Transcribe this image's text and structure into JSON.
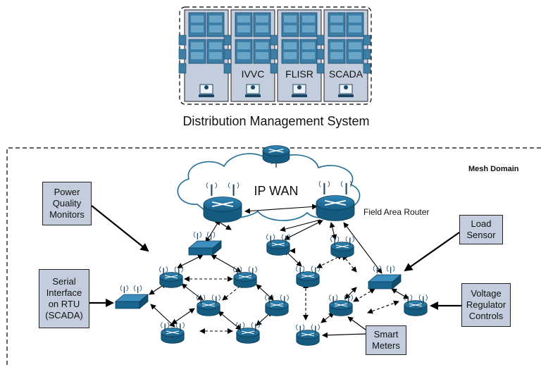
{
  "dms": {
    "title": "Distribution Management System",
    "apps": [
      "",
      "IVVC",
      "FLISR",
      "SCADA"
    ]
  },
  "wan": {
    "label": "IP WAN"
  },
  "mesh": {
    "label": "Mesh Domain"
  },
  "router_label": "Field Area Router",
  "callouts": {
    "pqm": "Power\nQuality\nMonitors",
    "serial": "Serial\nInterface\non RTU\n(SCADA)",
    "load": "Load\nSensor",
    "voltage": "Voltage\nRegulator\nControls",
    "meters": "Smart\nMeters"
  },
  "colors": {
    "device": "#1f6d96",
    "panel": "#c4cddd",
    "rack": "#3c7ea6"
  }
}
